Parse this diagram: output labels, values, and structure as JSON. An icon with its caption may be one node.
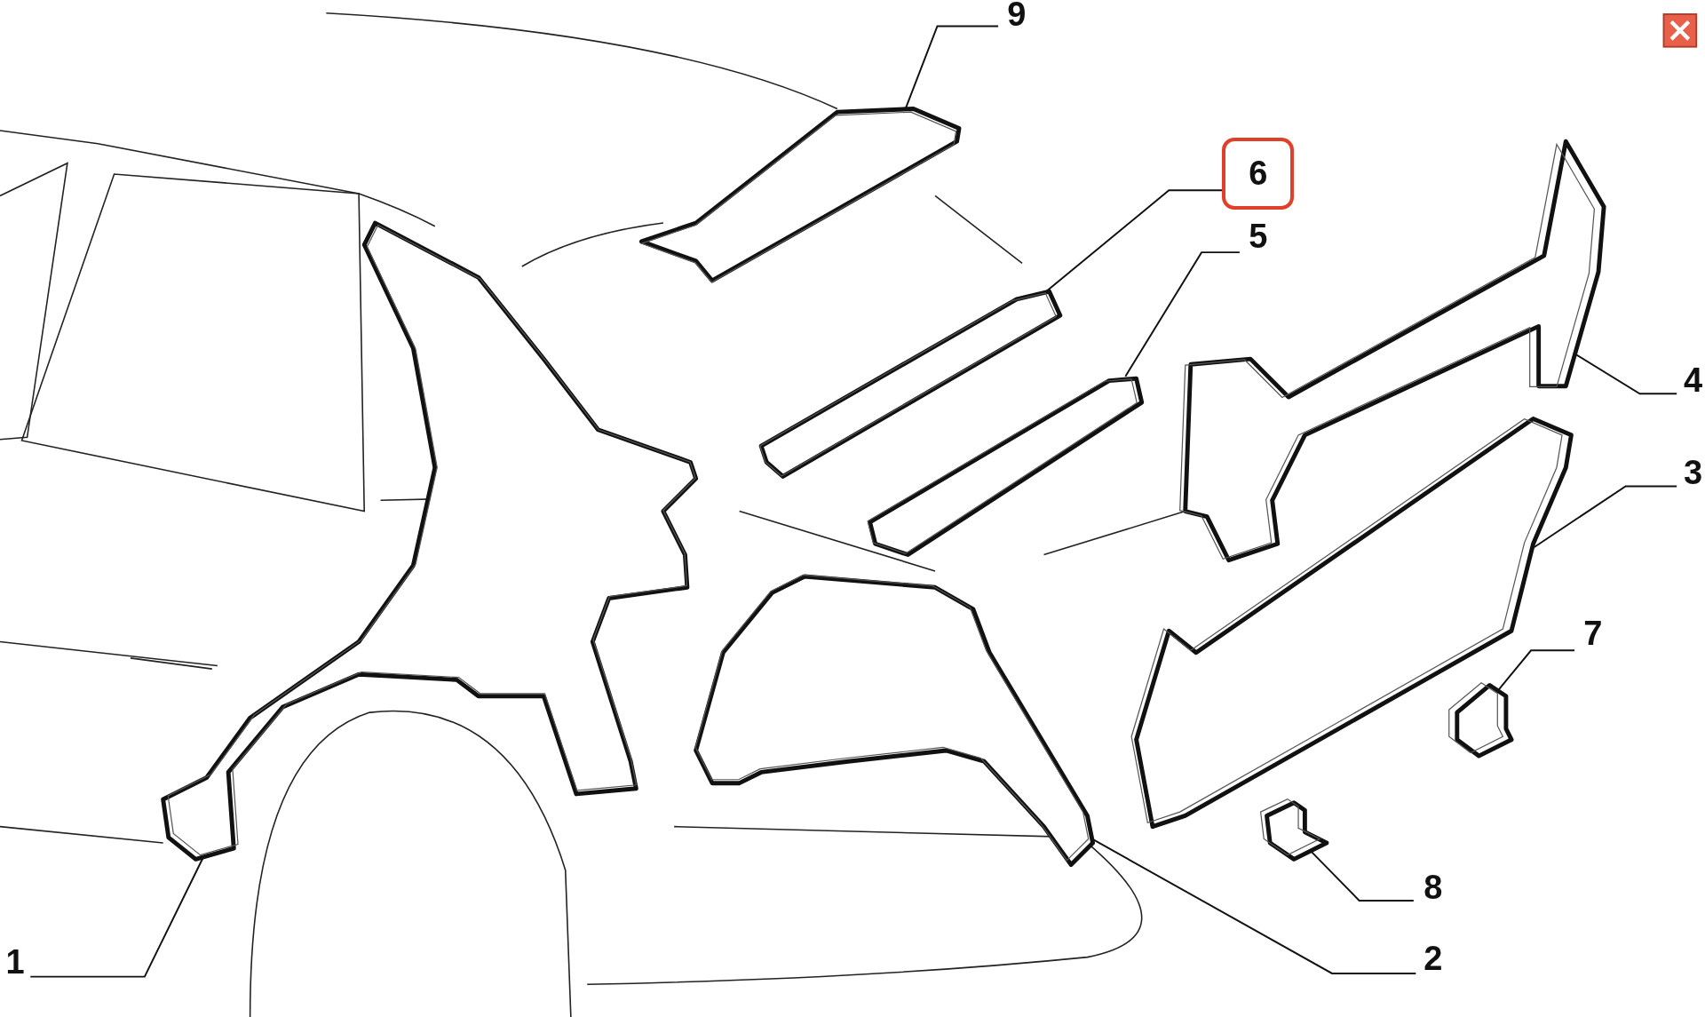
{
  "diagram": {
    "nodes": [
      {
        "text": [
          "9"
        ]
      },
      {
        "text": [
          "6"
        ]
      },
      {
        "text": [
          "5"
        ]
      },
      {
        "text": [
          "4"
        ]
      },
      {
        "text": [
          "3"
        ]
      },
      {
        "text": [
          "7"
        ]
      },
      {
        "text": [
          "8"
        ]
      },
      {
        "text": [
          "1"
        ]
      },
      {
        "text": [
          "2"
        ]
      },
      {
        "text": [],
        "shape": "picture"
      },
      {
        "text": [],
        "shape": "picture"
      },
      {
        "text": [],
        "shape": "picture"
      },
      {
        "text": [],
        "shape": "picture"
      },
      {
        "text": [],
        "shape": "picture"
      },
      {
        "text": [],
        "shape": "picture"
      },
      {
        "text": [],
        "shape": "picture"
      },
      {
        "text": [],
        "shape": "picture"
      },
      {
        "text": [],
        "shape": "picture"
      }
    ],
    "edges": [
      {
        "from": 0,
        "to": 10,
        "arrow": "none"
      },
      {
        "from": 1,
        "to": 12,
        "arrow": "none"
      },
      {
        "from": 2,
        "to": 13,
        "arrow": "none"
      },
      {
        "from": 3,
        "to": 15,
        "arrow": "none"
      },
      {
        "from": 4,
        "to": 14,
        "arrow": "none"
      },
      {
        "from": 5,
        "to": 17,
        "arrow": "none"
      },
      {
        "from": 6,
        "to": 16,
        "arrow": "none"
      },
      {
        "from": 7,
        "to": 9,
        "arrow": "none"
      },
      {
        "from": 8,
        "to": 11,
        "arrow": "none"
      }
    ]
  }
}
